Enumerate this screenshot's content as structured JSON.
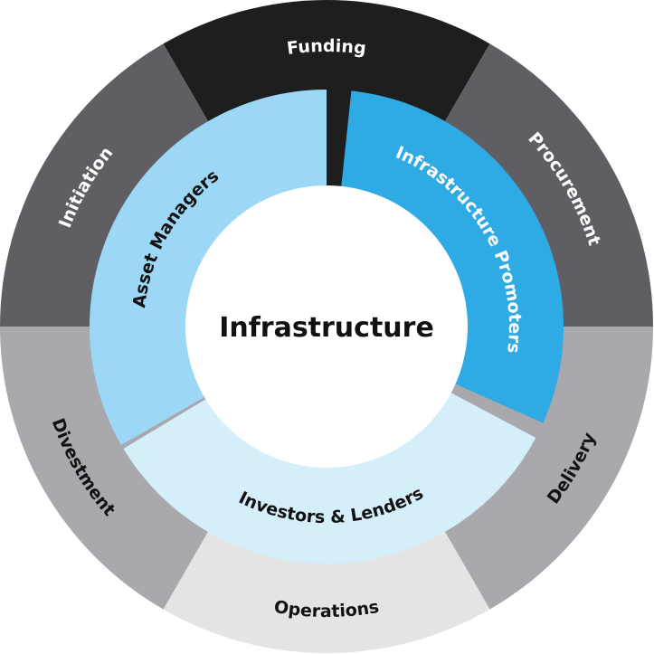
{
  "center_label": "Infrastructure",
  "outer_ring": [
    {
      "label": "Funding",
      "color": "#1e1e1e",
      "text_color": "#ffffff",
      "start": -30,
      "end": 30,
      "dir": "cw"
    },
    {
      "label": "Procurement",
      "color": "#5f5e63",
      "text_color": "#ffffff",
      "start": 30,
      "end": 90,
      "dir": "cw"
    },
    {
      "label": "Delivery",
      "color": "#a9a8ad",
      "text_color": "#111111",
      "start": 90,
      "end": 150,
      "dir": "ccw"
    },
    {
      "label": "Operations",
      "color": "#e4e4e5",
      "text_color": "#111111",
      "start": 150,
      "end": 210,
      "dir": "ccw"
    },
    {
      "label": "Divestment",
      "color": "#a9a8ad",
      "text_color": "#111111",
      "start": 210,
      "end": 270,
      "dir": "ccw"
    },
    {
      "label": "Initiation",
      "color": "#5f5e63",
      "text_color": "#ffffff",
      "start": 270,
      "end": 330,
      "dir": "cw"
    }
  ],
  "inner_ring": [
    {
      "label": "Asset Managers",
      "color": "#9cd8f6",
      "text_color": "#111111",
      "start": 240,
      "end": 360,
      "dir": "cw"
    },
    {
      "label": "Infrastructure Promoters",
      "color": "#2eaae4",
      "text_color": "#ffffff",
      "start": 6,
      "end": 114,
      "dir": "cw"
    },
    {
      "label": "Investors & Lenders",
      "color": "#d4eefa",
      "text_color": "#111111",
      "start": 118,
      "end": 239,
      "dir": "ccw"
    }
  ]
}
